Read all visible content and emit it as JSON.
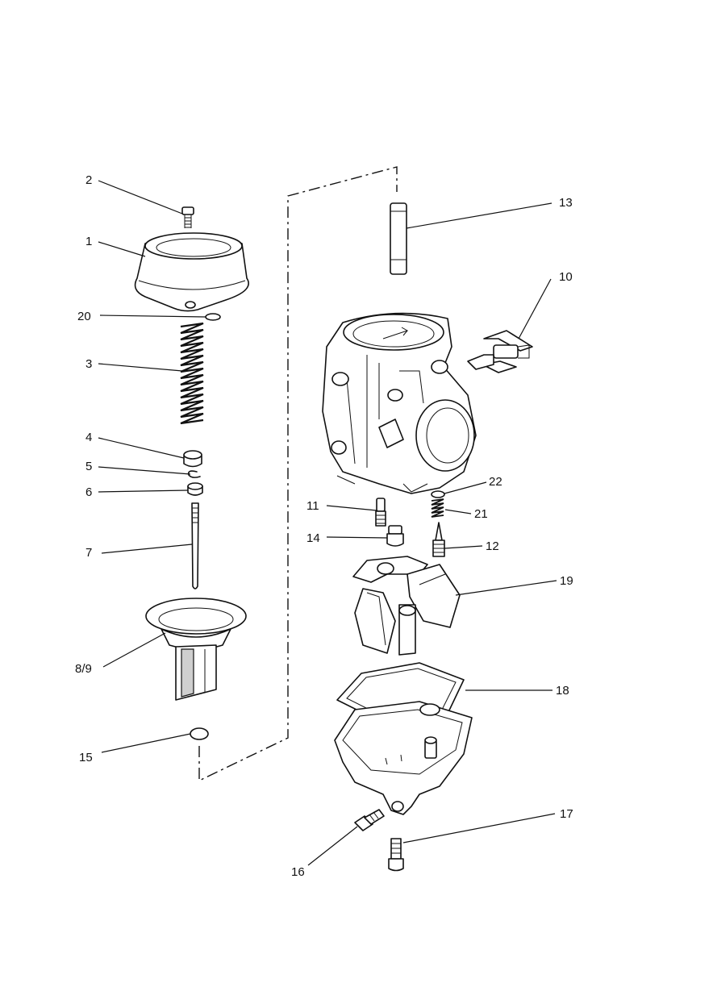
{
  "callouts": [
    {
      "id": "2",
      "label": "2"
    },
    {
      "id": "1",
      "label": "1"
    },
    {
      "id": "20",
      "label": "20"
    },
    {
      "id": "3",
      "label": "3"
    },
    {
      "id": "4",
      "label": "4"
    },
    {
      "id": "5",
      "label": "5"
    },
    {
      "id": "6",
      "label": "6"
    },
    {
      "id": "7",
      "label": "7"
    },
    {
      "id": "8-9",
      "label": "8/9"
    },
    {
      "id": "15",
      "label": "15"
    },
    {
      "id": "13",
      "label": "13"
    },
    {
      "id": "10",
      "label": "10"
    },
    {
      "id": "22",
      "label": "22"
    },
    {
      "id": "11",
      "label": "11"
    },
    {
      "id": "21",
      "label": "21"
    },
    {
      "id": "14",
      "label": "14"
    },
    {
      "id": "12",
      "label": "12"
    },
    {
      "id": "19",
      "label": "19"
    },
    {
      "id": "18",
      "label": "18"
    },
    {
      "id": "17",
      "label": "17"
    },
    {
      "id": "16",
      "label": "16"
    }
  ]
}
